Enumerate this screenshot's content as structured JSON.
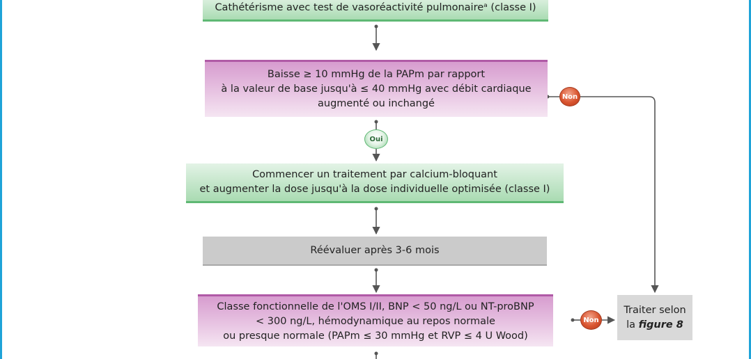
{
  "boxes": {
    "catheterism": {
      "text": "Cathétérisme avec test de vasoréactivité pulmonaireᵃ (classe I)"
    },
    "drop": {
      "line1": "Baisse ≥ 10 mmHg de la PAPm par rapport",
      "line2": "à la valeur de base jusqu'à ≤ 40 mmHg avec débit cardiaque",
      "line3": "augmenté ou inchangé"
    },
    "treatment": {
      "line1": "Commencer un traitement par calcium-bloquant",
      "line2": "et augmenter la dose jusqu'à la dose individuelle optimisée (classe I)"
    },
    "reevaluate": {
      "text": "Réévaluer après 3-6 mois"
    },
    "functional": {
      "line1": "Classe fonctionnelle de l'OMS I/II, BNP < 50 ng/L ou NT-proBNP",
      "line2": "< 300 ng/L, hémodynamique au repos normale",
      "line3": "ou presque normale (PAPm ≤ 30 mmHg et RVP ≤ 4 U Wood)"
    },
    "treat_per": {
      "line1": "Traiter selon",
      "line2_prefix": "la ",
      "line2_em": "figure 8"
    }
  },
  "badges": {
    "non_top": "Non",
    "oui": "Oui",
    "non_bottom": "Non"
  },
  "colors": {
    "green": "#a9dbb2",
    "pink": "#d79ccf",
    "gray": "#cbcbcb",
    "red": "#d9542f",
    "frame": "#1fa3d8",
    "arrow": "#555555"
  }
}
